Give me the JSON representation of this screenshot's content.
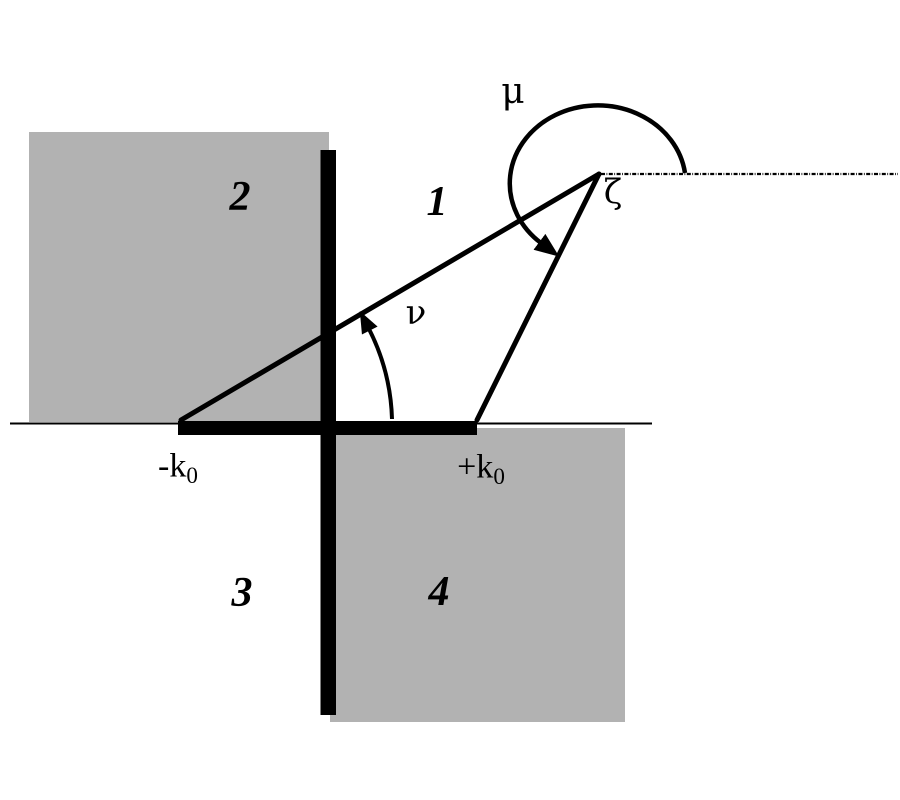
{
  "figure": {
    "colors": {
      "background": "#ffffff",
      "ink": "#000000",
      "region_fill": "#b2b2b2"
    },
    "quadrants": {
      "q1": "1",
      "q2": "2",
      "q3": "3",
      "q4": "4"
    },
    "angles": {
      "mu": "μ",
      "nu": "ν"
    },
    "points": {
      "zeta": "ζ"
    },
    "axis": {
      "neg_k0": {
        "base": "-k",
        "sub": "0"
      },
      "pos_k0": {
        "base": "+k",
        "sub": "0"
      }
    }
  }
}
